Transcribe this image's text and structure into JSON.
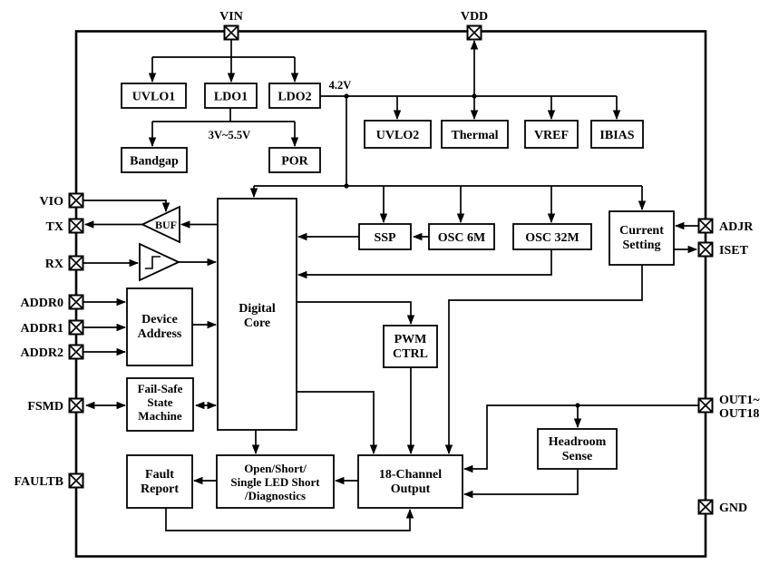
{
  "diagram": {
    "colors": {
      "line": "#000000",
      "background": "#ffffff"
    },
    "pins": {
      "vin": "VIN",
      "vdd": "VDD",
      "vio": "VIO",
      "tx": "TX",
      "rx": "RX",
      "addr0": "ADDR0",
      "addr1": "ADDR1",
      "addr2": "ADDR2",
      "fsmd": "FSMD",
      "faultb": "FAULTB",
      "adjr": "ADJR",
      "iset": "ISET",
      "out_line1": "OUT1~",
      "out_line2": "OUT18",
      "gnd": "GND"
    },
    "blocks": {
      "uvlo1": "UVLO1",
      "ldo1": "LDO1",
      "ldo2": "LDO2",
      "bandgap": "Bandgap",
      "por": "POR",
      "uvlo2": "UVLO2",
      "thermal": "Thermal",
      "vref": "VREF",
      "ibias": "IBIAS",
      "ssp": "SSP",
      "osc6m": "OSC 6M",
      "osc32m": "OSC 32M",
      "buf": "BUF",
      "current_setting": [
        "Current",
        "Setting"
      ],
      "digital_core": [
        "Digital",
        "Core"
      ],
      "device_address": [
        "Device",
        "Address"
      ],
      "pwm_ctrl": [
        "PWM",
        "CTRL"
      ],
      "fail_safe": [
        "Fail-Safe",
        "State",
        "Machine"
      ],
      "fault_report": [
        "Fault",
        "Report"
      ],
      "open_short": [
        "Open/Short/",
        "Single LED Short",
        "/Diagnostics"
      ],
      "channel_output": [
        "18-Channel",
        "Output"
      ],
      "headroom": [
        "Headroom",
        "Sense"
      ]
    },
    "annotations": {
      "v42": "4.2V",
      "vrange": "3V~5.5V"
    }
  }
}
